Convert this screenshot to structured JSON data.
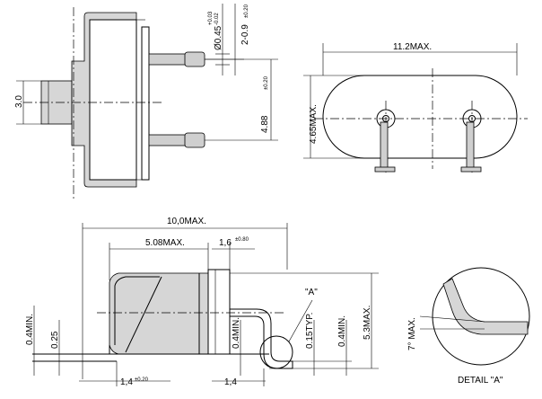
{
  "labels": {
    "dim_3_0": "3.0",
    "dim_lead_dia": "Ø0.45",
    "dim_lead_dia_tol_plus": "+0.03",
    "dim_lead_dia_tol_minus": "-0.02",
    "dim_lead_len": "2-0.9",
    "dim_lead_len_tol": "±0.20",
    "dim_pitch": "4.88",
    "dim_pitch_tol": "±0.20",
    "dim_length": "11.2MAX.",
    "dim_width": "4.65MAX.",
    "dim_total": "10,0MAX.",
    "dim_body": "5.08MAX.",
    "dim_1_6": "1,6",
    "dim_1_6_tol": "±0.80",
    "dim_04min_left": "0.4MIN.",
    "dim_025": "0.25",
    "dim_04min_mid": "0.4MIN.",
    "dim_015typ": "0.15TYP.",
    "dim_04min_right": "0.4MIN.",
    "dim_53max": "5.3MAX.",
    "dim_1_4a": "1,4",
    "dim_1_4a_tol": "±0.20",
    "dim_1_4b": "1,4",
    "detail_ref": "\"A\"",
    "angle": "7° MAX.",
    "detail_title": "DETAIL \"A\""
  }
}
